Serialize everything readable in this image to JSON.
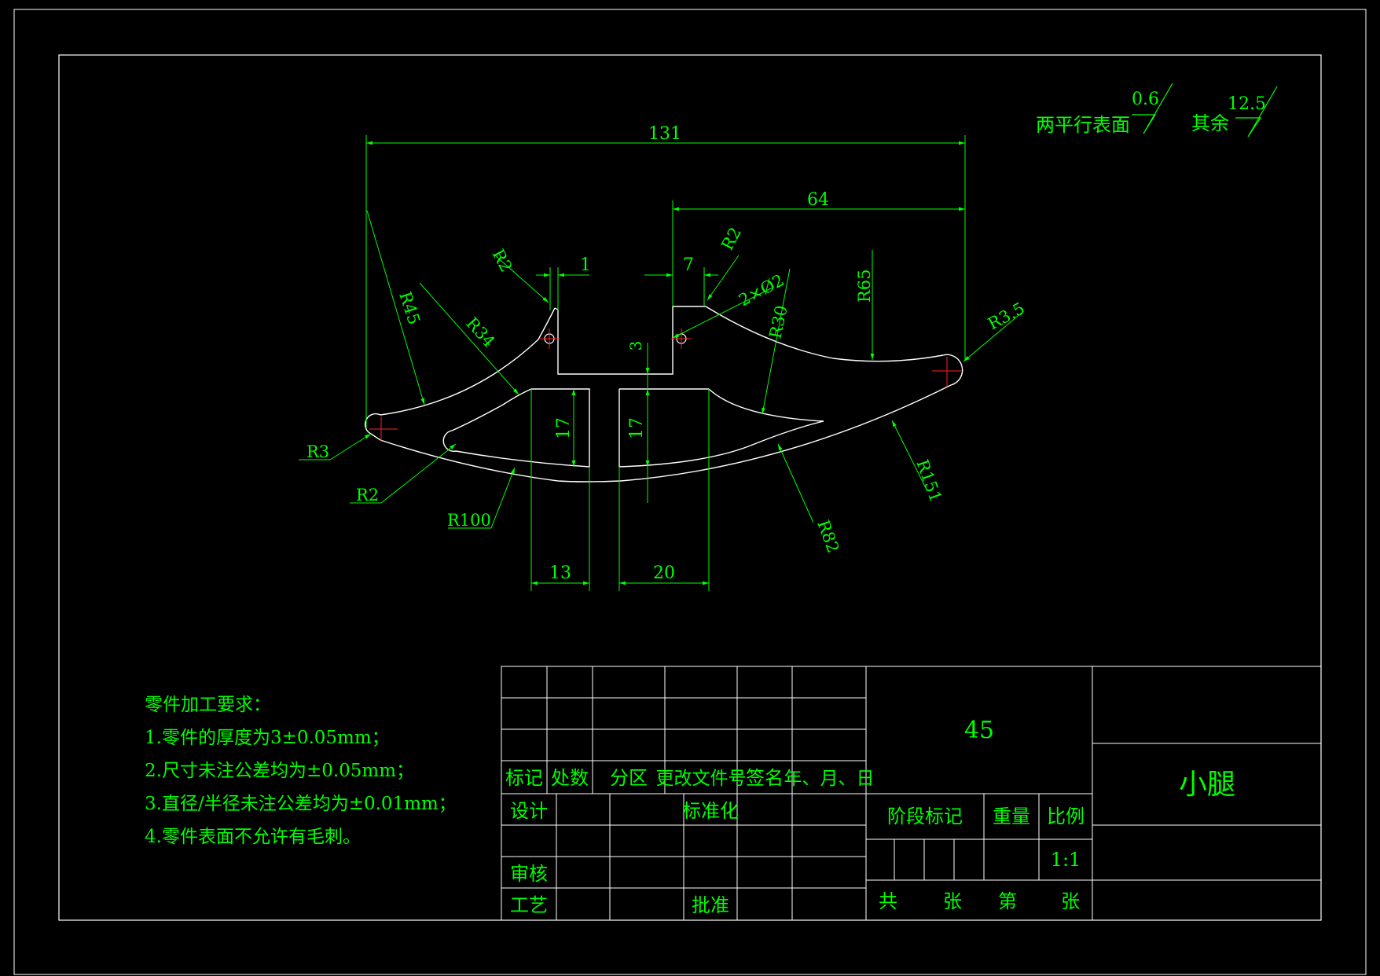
{
  "surface_finish": {
    "parallel_label": "两平行表面",
    "parallel_value": "0.6",
    "other_label": "其余",
    "other_value": "12.5"
  },
  "dimensions": {
    "overall_length": "131",
    "right_length": "64",
    "slot_left_offset": "1",
    "slot_right_offset": "7",
    "slot_depth": "3",
    "left_foot_height": "17",
    "right_foot_height": "17",
    "left_foot_width": "13",
    "right_foot_width": "20",
    "holes": "2×Ø2"
  },
  "radii": {
    "r2_left_top": "R2",
    "r2_right_top": "R2",
    "r45": "R45",
    "r34": "R34",
    "r30": "R30",
    "r65": "R65",
    "r3_5": "R3.5",
    "r3": "R3",
    "r2_bottom": "R2",
    "r100": "R100",
    "r82": "R82",
    "r151": "R151"
  },
  "notes": {
    "title": "零件加工要求：",
    "items": [
      "1.零件的厚度为3±0.05mm；",
      "2.尺寸未注公差均为±0.05mm；",
      "3.直径/半径未注公差均为±0.01mm；",
      "4.零件表面不允许有毛刺。"
    ]
  },
  "title_block": {
    "material": "45",
    "part_name": "小腿",
    "rev_headers": [
      "标记",
      "处数",
      "分区",
      "更改文件号",
      "签名",
      "年、月、日"
    ],
    "design": "设计",
    "standardization": "标准化",
    "review": "审核",
    "process": "工艺",
    "approve": "批准",
    "stage_mark": "阶段标记",
    "weight": "重量",
    "scale_label": "比例",
    "scale_value": "1:1",
    "total_label": "共",
    "sheet_unit_1": "张",
    "sheet_label": "第",
    "sheet_unit_2": "张"
  }
}
